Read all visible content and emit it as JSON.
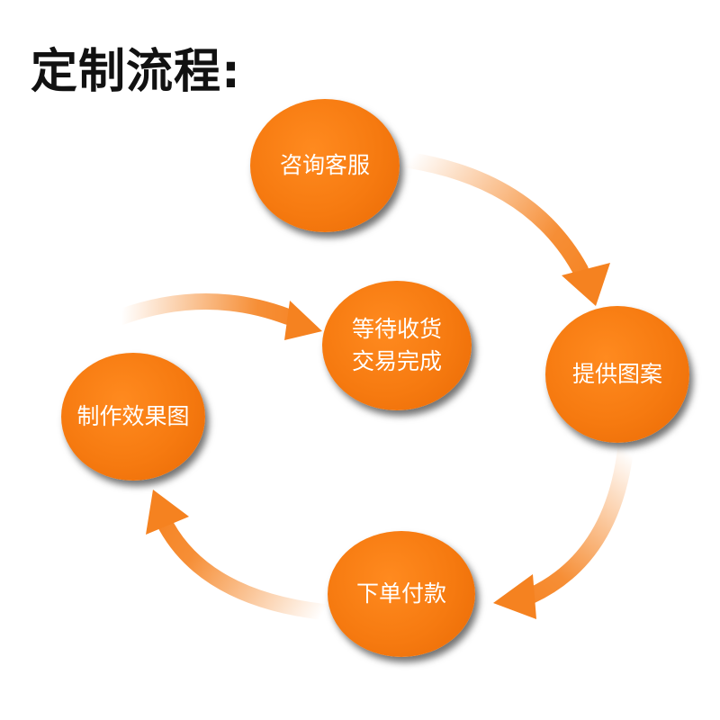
{
  "title": "定制流程:",
  "colors": {
    "node": "#f67a10",
    "arrow": "#f58220",
    "title": "#111111"
  },
  "steps": [
    {
      "label": "咨询客服"
    },
    {
      "label": "提供图案"
    },
    {
      "label": "下单付款"
    },
    {
      "label": "制作效果图"
    },
    {
      "label_line1": "等待收货",
      "label_line2": "交易完成"
    }
  ]
}
